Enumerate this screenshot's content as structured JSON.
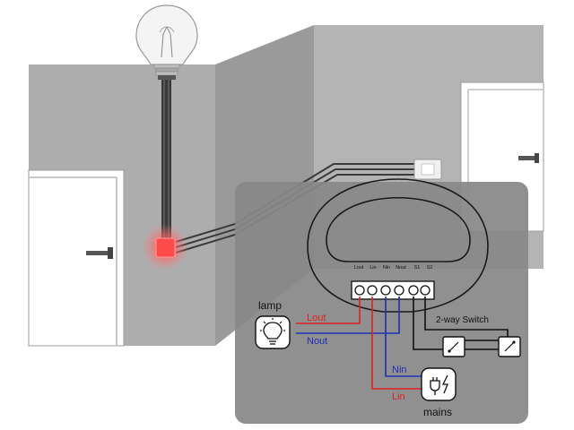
{
  "colors": {
    "wall_light": "#aeaeae",
    "wall_dark": "#8f8f8f",
    "panel": "#8a8a8a",
    "line_red": "#e02020",
    "line_blue": "#1e2fb8",
    "wire_black": "#111111",
    "glow": "#ff3b3b"
  },
  "module": {
    "terminals": [
      "Lout",
      "Lin",
      "Nin",
      "Nout",
      "S1",
      "S2"
    ]
  },
  "labels": {
    "lamp": "lamp",
    "mains": "mains",
    "lout": "Lout",
    "nout": "Nout",
    "nin": "Nin",
    "lin": "Lin",
    "switch": "2-way Switch"
  },
  "icons": {
    "lamp": "lightbulb-icon",
    "mains": "power-plug-icon",
    "bulb": "lightbulb-illustration",
    "switch": "wall-switch-icon"
  }
}
